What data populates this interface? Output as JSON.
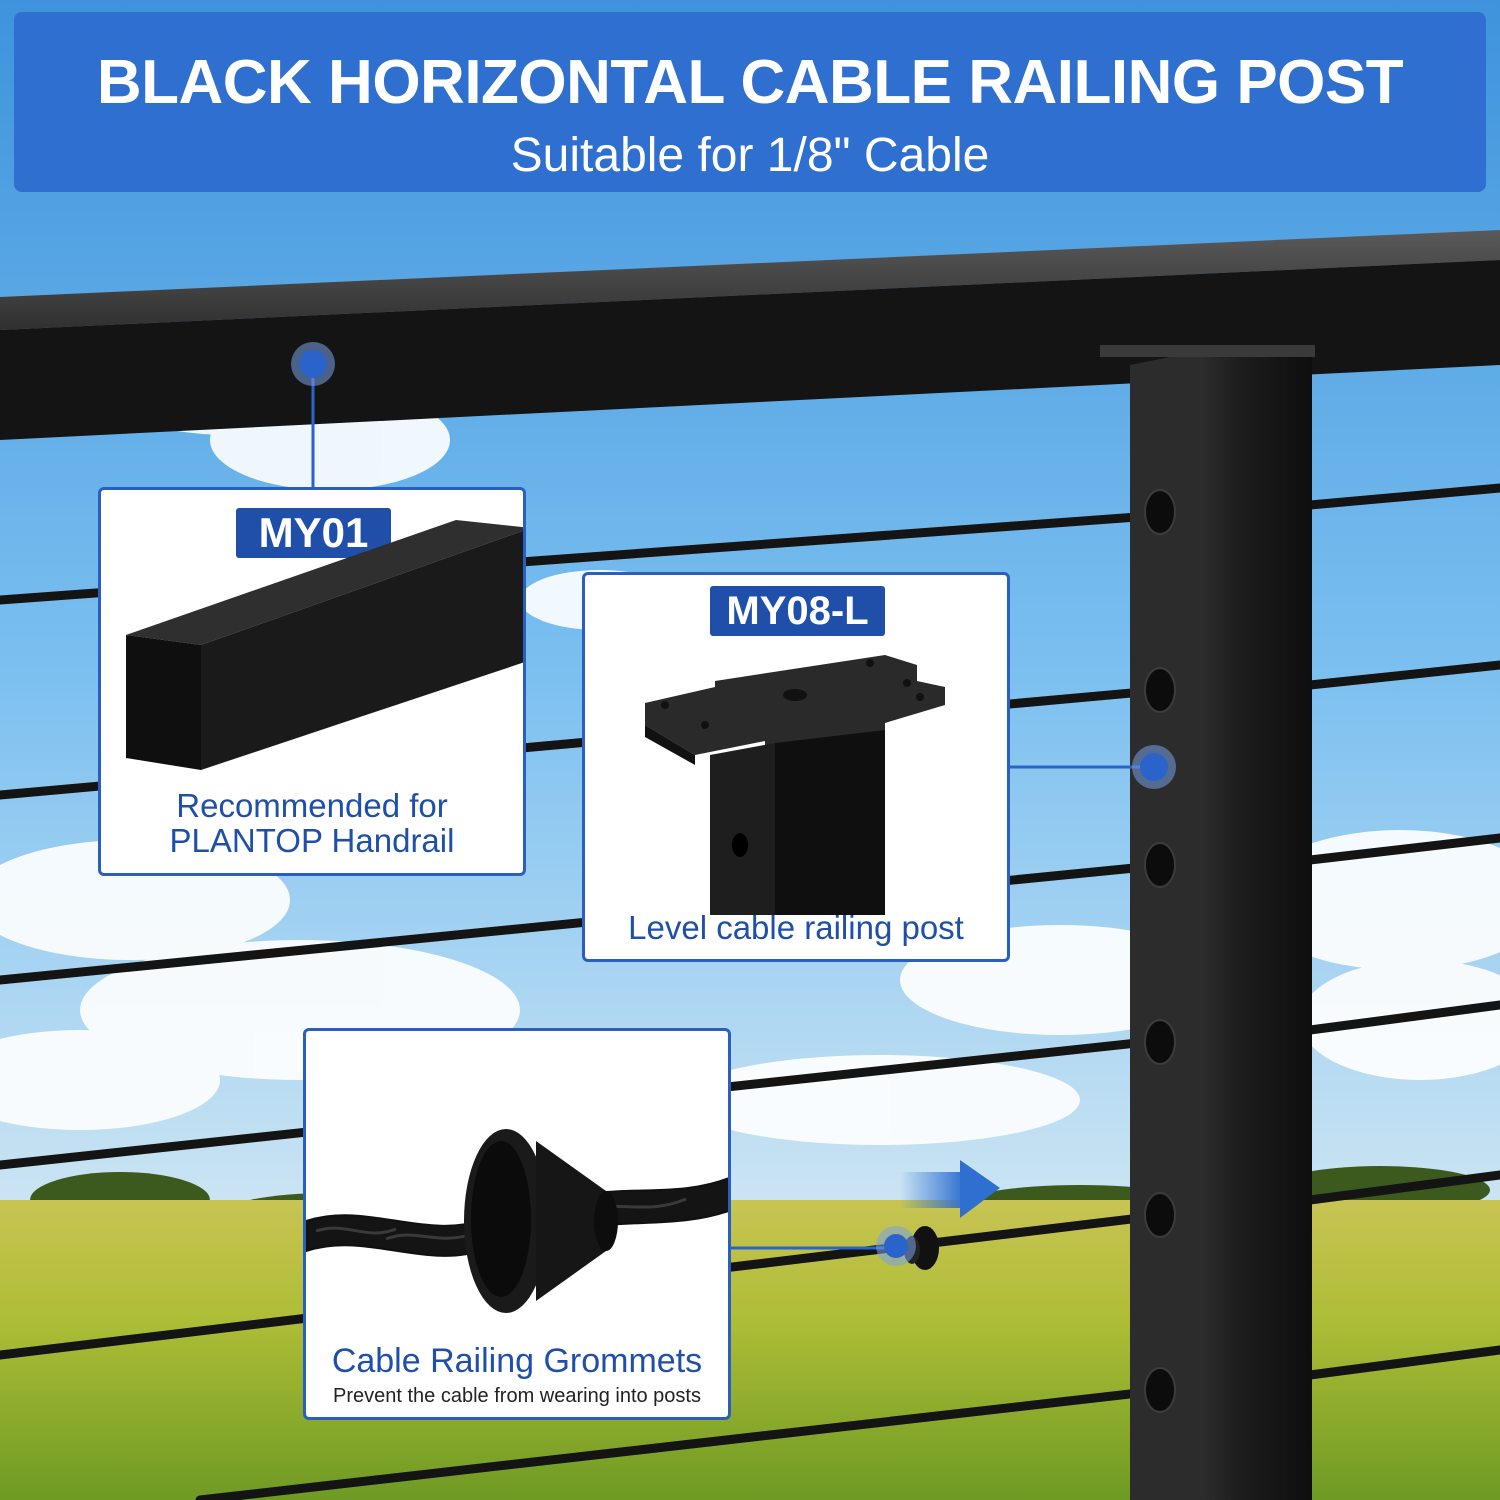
{
  "banner": {
    "title": "BLACK HORIZONTAL CABLE RAILING POST",
    "subtitle": "Suitable for 1/8\" Cable"
  },
  "callouts": {
    "handrail": {
      "tag": "MY01",
      "caption_line1": "Recommended for",
      "caption_line2": "PLANTOP Handrail"
    },
    "post": {
      "tag": "MY08-L",
      "caption": "Level cable railing post"
    },
    "grommet": {
      "caption": "Cable Railing Grommets",
      "subcaption": "Prevent the cable from wearing into posts"
    }
  },
  "colors": {
    "accent_blue": "#2f6fd0",
    "tag_blue": "#1f4fa8",
    "metal_black": "#1a1a1a",
    "sky": "#5aa8e6",
    "grass": "#b9c23a"
  }
}
